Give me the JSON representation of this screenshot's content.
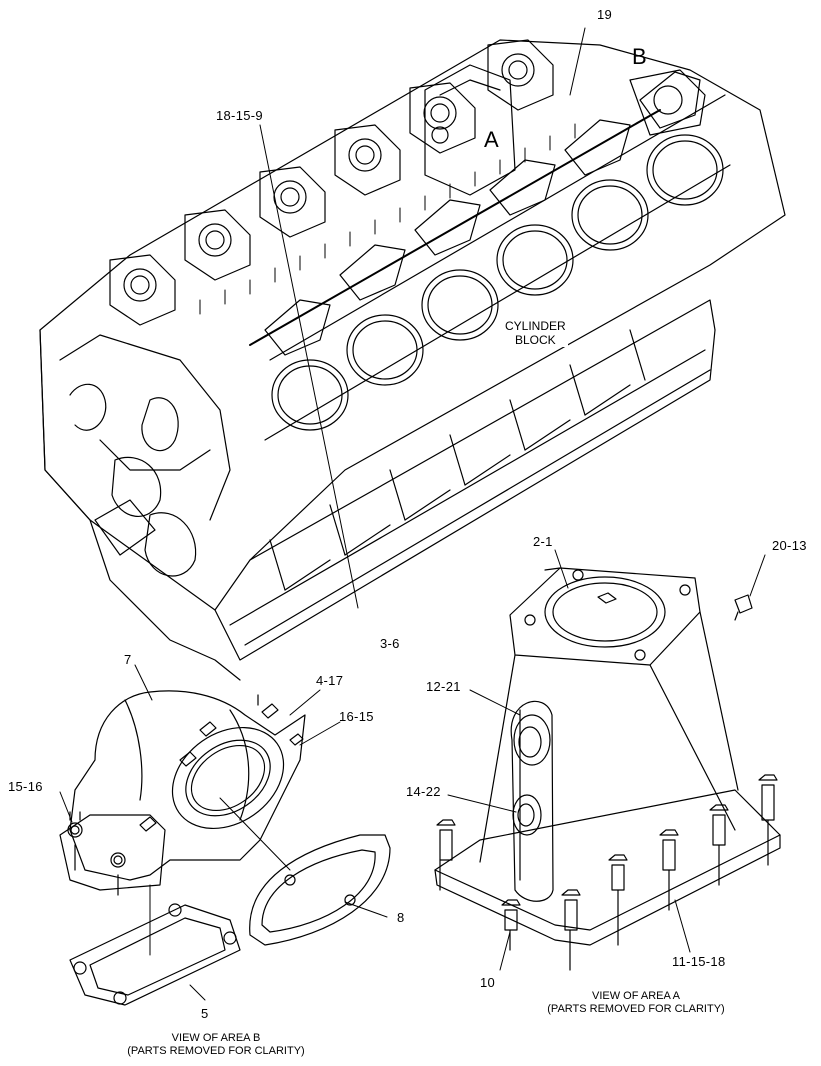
{
  "callouts": {
    "c19": "19",
    "c18_15_9": "18-15-9",
    "c3_6": "3-6",
    "c2_1": "2-1",
    "c20_13": "20-13",
    "c7": "7",
    "c4_17": "4-17",
    "c16_15": "16-15",
    "c15_16": "15-16",
    "c12_21": "12-21",
    "c14_22": "14-22",
    "c8": "8",
    "c5": "5",
    "c10": "10",
    "c11_15_18": "11-15-18"
  },
  "area_labels": {
    "a": "A",
    "b": "B"
  },
  "block_label": {
    "line1": "CYLINDER",
    "line2": "BLOCK"
  },
  "captions": {
    "view_a_line1": "VIEW OF AREA  A",
    "view_a_line2": "(PARTS REMOVED FOR CLARITY)",
    "view_b_line1": "VIEW OF AREA  B",
    "view_b_line2": "(PARTS REMOVED FOR CLARITY)"
  }
}
